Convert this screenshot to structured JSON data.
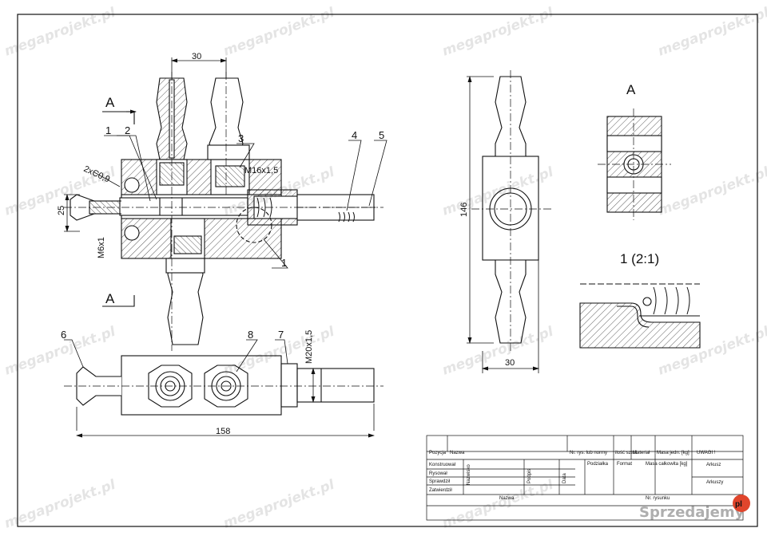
{
  "dimensions": {
    "d_30_top": "30",
    "d_m16": "M16x1,5",
    "d_2x": "2xC0,9",
    "d_25": "25",
    "d_m6": "M6x1",
    "d_m20": "M20x1,5",
    "d_158": "158",
    "d_146": "146",
    "d_30_side": "30"
  },
  "part_numbers": [
    "1",
    "2",
    "3",
    "4",
    "5",
    "1",
    "6",
    "8",
    "7"
  ],
  "section_marks": {
    "a_top": "A",
    "a_bottom": "A",
    "view_a": "A",
    "detail": "1 (2:1)"
  },
  "title_block": {
    "pozycja": "Pozycja",
    "nazwa": "Nazwa",
    "nr_rys": "Nr. rys. lub normy",
    "ilosc": "ilość sztuk",
    "material": "Materiał",
    "masa_jedn": "Masa jedn. [kg]",
    "uwagi": "UWAGI !",
    "konstruowal": "Konstruował",
    "rysowal": "Rysował",
    "sprawdzil": "Sprawdził",
    "zatwierdzil": "Zatwierdził",
    "nazwisko": "Nazwisko",
    "podpis": "Podpis",
    "data": "Data",
    "podzialka": "Podziałka",
    "format": "Format",
    "masa_calk": "Masa całkowita [kg]",
    "arkusz": "Arkusz",
    "arkuszy": "Arkuszy",
    "nazwa2": "Nazwa",
    "nr_rysunku": "Nr. rysunku"
  },
  "watermark": "megaprojekt.pl",
  "logo": {
    "text": "Sprzedajemy",
    "suffix": "pl"
  }
}
